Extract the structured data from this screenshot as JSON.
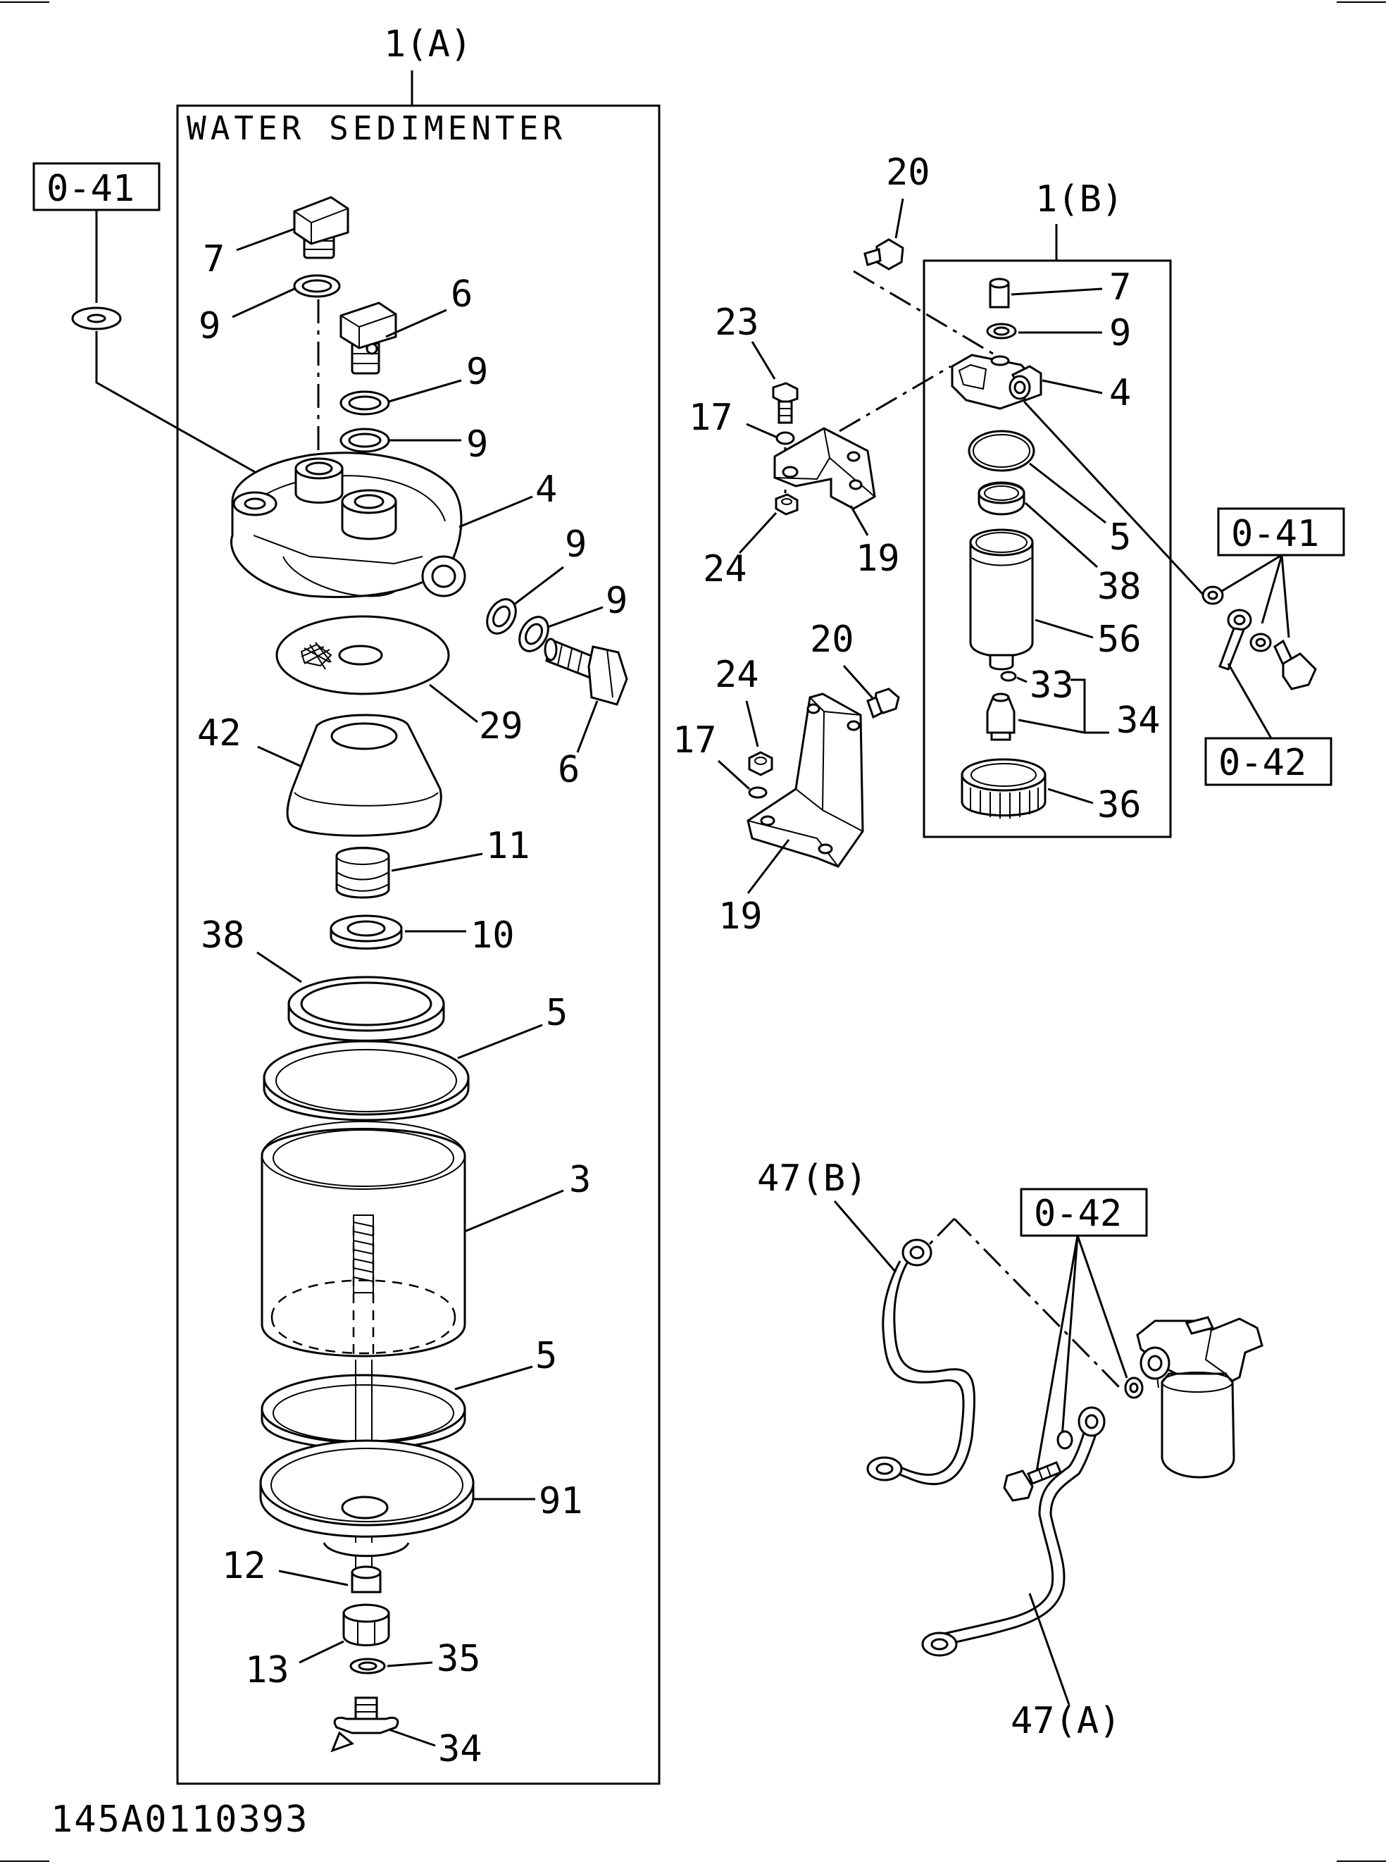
{
  "drawing_id": "145A0110393",
  "assemblies": {
    "a": {
      "label": "1(A)",
      "title": "WATER SEDIMENTER"
    },
    "b": {
      "label": "1(B)"
    }
  },
  "ref_boxes": [
    "0-41",
    "0-41",
    "0-42",
    "0-42"
  ],
  "callouts_a": [
    "7",
    "9",
    "6",
    "9",
    "9",
    "4",
    "9",
    "9",
    "6",
    "29",
    "42",
    "11",
    "10",
    "38",
    "5",
    "3",
    "5",
    "91",
    "12",
    "13",
    "35",
    "34"
  ],
  "callouts_b": [
    "20",
    "7",
    "9",
    "4",
    "5",
    "38",
    "56",
    "33",
    "34",
    "36"
  ],
  "callouts_brackets": [
    "23",
    "17",
    "24",
    "19",
    "20",
    "24",
    "17",
    "19"
  ],
  "callouts_pipes": [
    "47(B)",
    "47(A)"
  ]
}
